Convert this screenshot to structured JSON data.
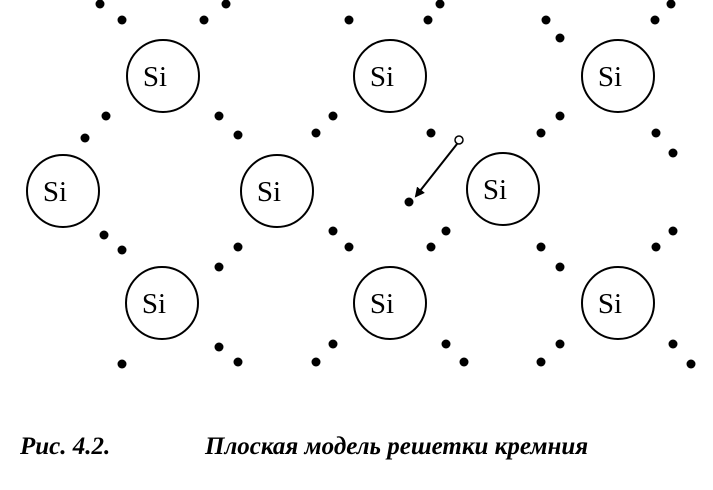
{
  "diagram": {
    "atom_symbol": "Si",
    "colors": {
      "ink": "#000000",
      "background": "#ffffff"
    }
  },
  "caption": {
    "number": "Рис. 4.2.",
    "title": "Плоская модель решетки кремния"
  }
}
